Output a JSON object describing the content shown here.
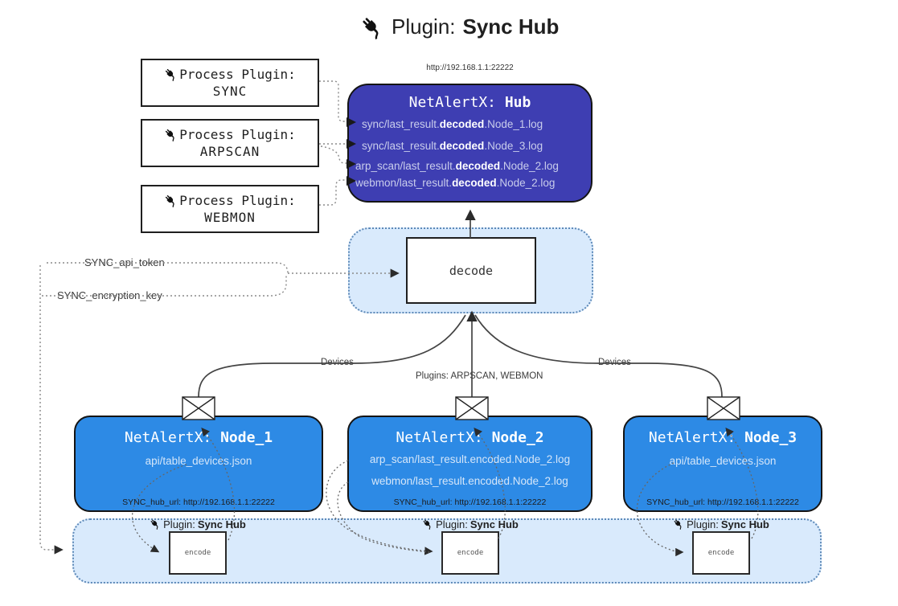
{
  "title": {
    "prefix": "Plugin: ",
    "bold": "Sync Hub",
    "icon": "plug-icon"
  },
  "process_plugins": [
    {
      "label": "Process Plugin:",
      "name": "SYNC"
    },
    {
      "label": "Process Plugin:",
      "name": "ARPSCAN"
    },
    {
      "label": "Process Plugin:",
      "name": "WEBMON"
    }
  ],
  "hub": {
    "url": "http://192.168.1.1:22222",
    "name_prefix": "NetAlertX: ",
    "name_bold": "Hub",
    "logs": [
      {
        "pre": "sync/last_result.",
        "bold": "decoded",
        "post": ".Node_1.log"
      },
      {
        "pre": "sync/last_result.",
        "bold": "decoded",
        "post": ".Node_3.log"
      },
      {
        "pre": "arp_scan/last_result.",
        "bold": "decoded",
        "post": ".Node_2.log"
      },
      {
        "pre": "webmon/last_result.",
        "bold": "decoded",
        "post": ".Node_2.log"
      }
    ]
  },
  "decode": {
    "label": "decode"
  },
  "keys": {
    "api_token": "SYNC_api_token",
    "encryption_key": "SYNC_encryption_key"
  },
  "edge_labels": {
    "devices_left": "Devices",
    "devices_right": "Devices",
    "plugins": "Plugins: ARPSCAN, WEBMON"
  },
  "nodes": [
    {
      "name_prefix": "NetAlertX: ",
      "name_bold": "Node_1",
      "lines": [
        "api/table_devices.json"
      ],
      "hub_url": "SYNC_hub_url: http://192.168.1.1:22222"
    },
    {
      "name_prefix": "NetAlertX: ",
      "name_bold": "Node_2",
      "lines": [
        "arp_scan/last_result.encoded.Node_2.log",
        "webmon/last_result.encoded.Node_2.log"
      ],
      "hub_url": "SYNC_hub_url: http://192.168.1.1:22222"
    },
    {
      "name_prefix": "NetAlertX: ",
      "name_bold": "Node_3",
      "lines": [
        "api/table_devices.json"
      ],
      "hub_url": "SYNC_hub_url: http://192.168.1.1:22222"
    }
  ],
  "encoders": [
    {
      "plugin_prefix": "Plugin: ",
      "plugin_bold": "Sync Hub",
      "label": "encode"
    },
    {
      "plugin_prefix": "Plugin: ",
      "plugin_bold": "Sync Hub",
      "label": "encode"
    },
    {
      "plugin_prefix": "Plugin: ",
      "plugin_bold": "Sync Hub",
      "label": "encode"
    }
  ],
  "colors": {
    "hub_fill": "#3e3eb2",
    "node_fill": "#2d8ae5",
    "panel_fill": "#d9eafc",
    "panel_border": "#5d89b8",
    "line_dark": "#444444",
    "dotted_gray": "#8a8a8a"
  }
}
